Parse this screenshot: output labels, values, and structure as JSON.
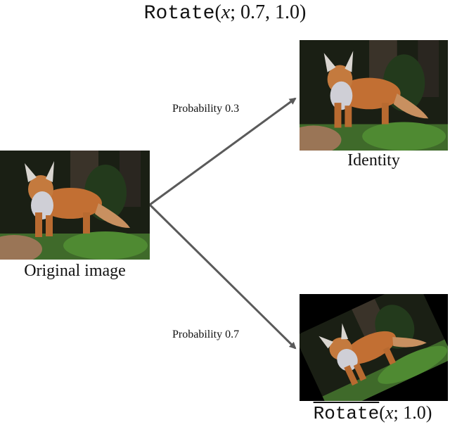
{
  "title": {
    "fn": "Rotate",
    "args": "(x; 0.7, 1.0)",
    "fn_args_open": "(",
    "var": "x",
    "rest": "; 0.7, 1.0)"
  },
  "original": {
    "caption": "Original image",
    "subject": "red fox on grass at night"
  },
  "branches": [
    {
      "probability_label": "Probability 0.3",
      "result_caption": "Identity"
    },
    {
      "probability_label": "Probability 0.7",
      "result_fn": "Rotate",
      "result_open": "(",
      "result_var": "x",
      "result_rest": "; 1.0)"
    }
  ],
  "colors": {
    "arrow": "#5a5a5a",
    "text": "#111111",
    "background": "#ffffff"
  }
}
